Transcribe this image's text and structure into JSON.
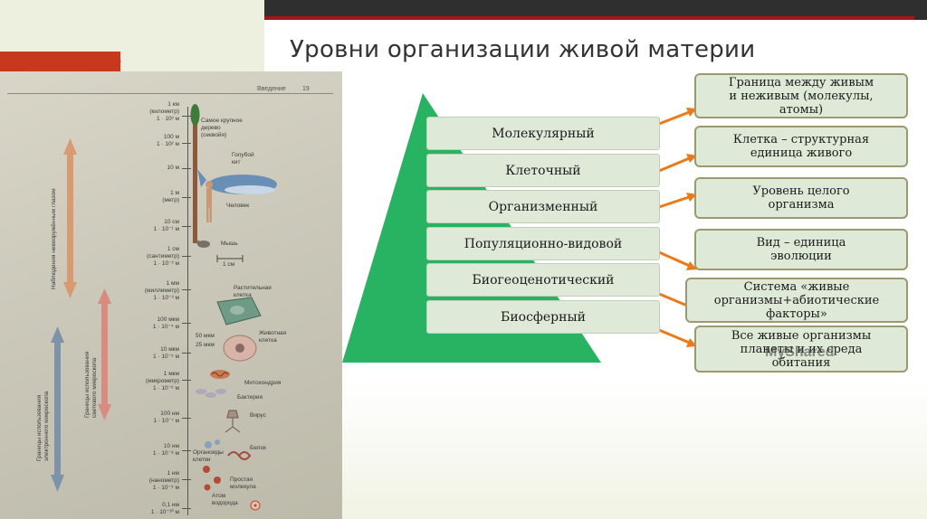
{
  "slide": {
    "title": "Уровни организации живой материи",
    "watermark": "MyShared"
  },
  "colors": {
    "pyramid": "#27b361",
    "arrow": "#ec7a1a",
    "box_fill": "#dfe9d8",
    "accent_red": "#a4161a",
    "top_bar": "#2f2f2f"
  },
  "levels": [
    "Молекулярный",
    "Клеточный",
    "Организменный",
    "Популяционно-видовой",
    "Биогеоценотический",
    "Биосферный"
  ],
  "descriptions": [
    "Граница между живым\nи неживым (молекулы,\nатомы)",
    "Клетка – структурная\nединица живого",
    "Уровень целого\nорганизма",
    "Вид – единица\nэволюции",
    "Система «живые\nорганизмы+абиотические\nфакторы»",
    "Все живые организмы\nпланеты и их среда\nобитания"
  ],
  "textbook": {
    "header": "Введение",
    "page": "19",
    "scale": [
      "1 км\n(километр)\n1 · 10³ м",
      "100 м\n1 · 10² м",
      "10 м",
      "1 м\n(метр)",
      "10 см\n1 · 10⁻¹ м",
      "1 см\n(сантиметр)\n1 · 10⁻² м",
      "1 мм\n(миллиметр)\n1 · 10⁻³ м",
      "100 мкм\n1 · 10⁻⁴ м",
      "10 мкм\n1 · 10⁻⁵ м",
      "1 мкм\n(микрометр)\n1 · 10⁻⁶ м",
      "100 нм\n1 · 10⁻⁷ м",
      "10 нм\n1 · 10⁻⁸ м",
      "1 нм\n(нанометр)\n1 · 10⁻⁹ м",
      "0,1 нм\n1 · 10⁻¹⁰ м"
    ],
    "objects": [
      "Самое крупное\nдерево\n(секвойя)",
      "Голубой\nкит",
      "Человек",
      "Мышь",
      "1 см",
      "Растительная\nклетка",
      "Животная\nклетка",
      "50 мкм",
      "25 мкм",
      "Митохондрия",
      "Бактерия",
      "Вирус",
      "Органоиды\nклетки",
      "Белок",
      "Простая\nмолекула",
      "Атом\nводорода"
    ],
    "ranges": [
      "Наблюдения невооружённым глазом",
      "Границы использования\nсветового микроскопа",
      "Границы использования\nэлектронного микроскопа"
    ]
  }
}
